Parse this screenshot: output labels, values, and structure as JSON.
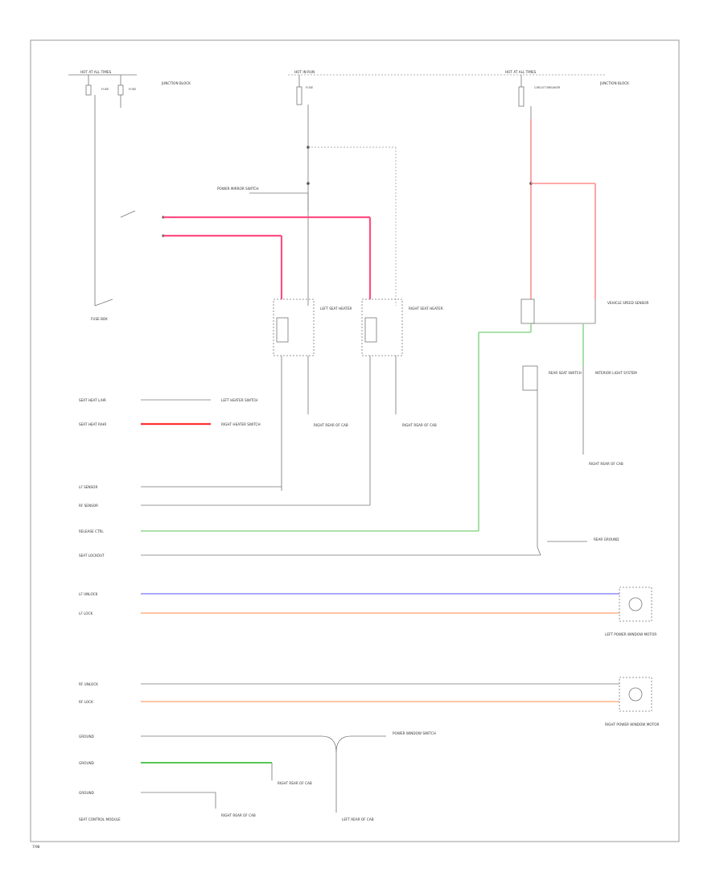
{
  "labels": {
    "hot_at_all_times_left": "HOT AT ALL TIMES",
    "hot_at_all_times_right": "HOT AT ALL TIMES",
    "hot_in_run": "HOT IN RUN",
    "junction_block_left": "JUNCTION BLOCK",
    "junction_block_right": "JUNCTION BLOCK",
    "fuse_a": "FUSE",
    "fuse_b": "FUSE",
    "fuse_c": "FUSE",
    "circuit_breaker": "CIRCUIT BREAKER",
    "power_mirror_switch": "POWER MIRROR SWITCH",
    "fuse_box": "FUSE BOX",
    "left_seat_heater": "LEFT SEAT HEATER",
    "right_seat_heater": "RIGHT SEAT HEATER",
    "left_heater_switch": "LEFT HEATER SWITCH",
    "right_heater_switch": "RIGHT HEATER SWITCH",
    "vehicle_speed_sensor": "VEHICLE SPEED SENSOR",
    "rear_seat_switch": "REAR SEAT SWITCH",
    "seat_heat_left": "SEAT HEAT L/HR",
    "seat_heat_right": "SEAT HEAT R/HR",
    "lf_sensor": "LF SENSOR",
    "rf_sensor": "RF SENSOR",
    "release_ctrl": "RELEASE CTRL",
    "seat_lockout": "SEAT LOCKOUT",
    "lf_unlock": "LF UNLOCK",
    "lf_lock": "LF LOCK",
    "left_power_window_motor": "LEFT POWER WINDOW MOTOR",
    "rf_unlock": "RF UNLOCK",
    "rf_lock": "RF LOCK",
    "right_power_window_motor": "RIGHT POWER WINDOW MOTOR",
    "ground_1": "GROUND",
    "ground_2": "GROUND",
    "ground_3": "GROUND",
    "power_window_switch": "POWER WINDOW SWITCH",
    "seat_control_module": "SEAT CONTROL MODULE",
    "interior_light": "INTERIOR LIGHT SYSTEM",
    "rear_ground": "REAR GROUND",
    "ground_g1": "RIGHT REAR OF CAB",
    "ground_g2": "RIGHT REAR OF CAB",
    "ground_g3": "RIGHT REAR OF CAB",
    "ground_g4": "LEFT REAR OF CAB",
    "ground_g5": "RIGHT REAR OF CAB",
    "ground_g6": "RIGHT REAR OF CAB",
    "footer": "7/98"
  },
  "wire_colors": {
    "gray": "#777777",
    "pink": "#ff4f84",
    "red": "#ff3030",
    "light_red": "#ff8e8e",
    "light_green": "#8fd88f",
    "green": "#3fbf3f",
    "blue": "#8b8bff",
    "orange": "#ffb08a"
  }
}
